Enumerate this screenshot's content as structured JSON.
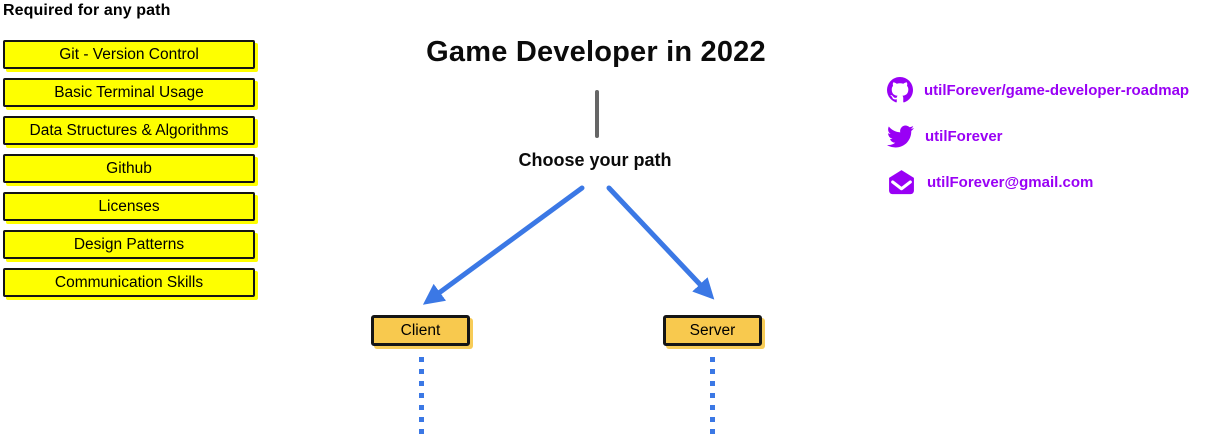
{
  "title": "Game Developer in 2022",
  "choose_path_label": "Choose your path",
  "required_section": {
    "heading": "Required for any path",
    "items": [
      {
        "label": "Git - Version Control"
      },
      {
        "label": "Basic Terminal Usage"
      },
      {
        "label": "Data Structures & Algorithms"
      },
      {
        "label": "Github"
      },
      {
        "label": "Licenses"
      },
      {
        "label": "Design Patterns"
      },
      {
        "label": "Communication Skills"
      }
    ]
  },
  "paths": {
    "client": {
      "label": "Client"
    },
    "server": {
      "label": "Server"
    }
  },
  "contact": {
    "items": [
      {
        "icon": "github-icon",
        "label": "utilForever/game-developer-roadmap"
      },
      {
        "icon": "twitter-icon",
        "label": "utilForever"
      },
      {
        "icon": "mail-icon",
        "label": "utilForever@gmail.com"
      }
    ]
  },
  "colors": {
    "required_box_fill": "#FEFF00",
    "path_box_fill": "#F8C94E",
    "arrow_blue": "#3B78E5",
    "link_purple": "#9900F5",
    "connector_gray": "#666666",
    "text_black": "#000000"
  }
}
